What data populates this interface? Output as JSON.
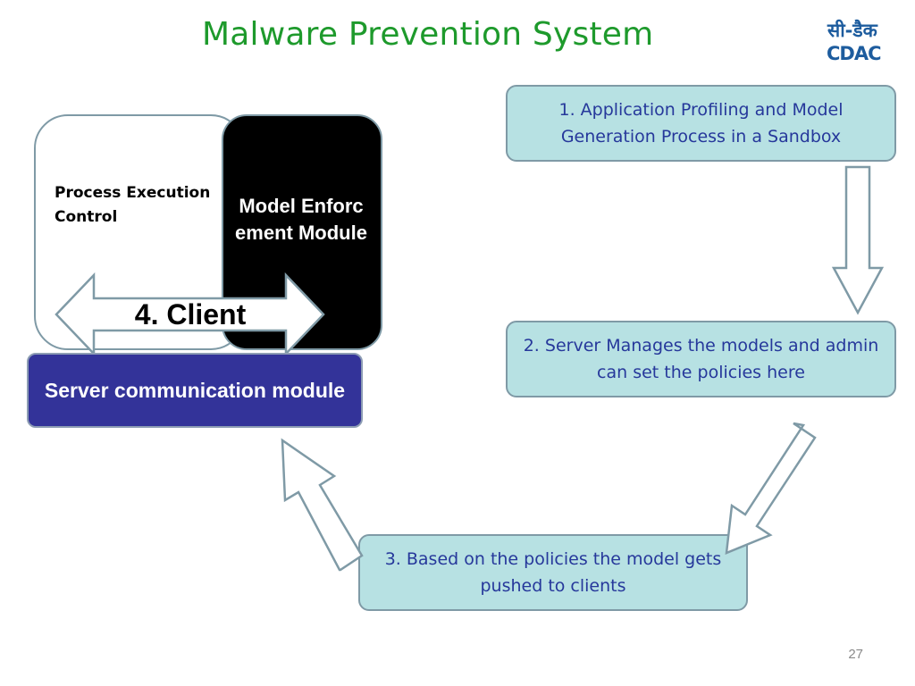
{
  "title": "Malware Prevention System",
  "logo": {
    "hindi_text": "सी-डैक",
    "latin_text": "CDAC",
    "color": "#1d5c9e"
  },
  "steps": [
    {
      "label": "1. Application Profiling and Model Generation Process in a Sandbox"
    },
    {
      "label": "2. Server Manages the models and admin can set the policies here"
    },
    {
      "label": "3. Based on the policies the model gets pushed to clients"
    }
  ],
  "client": {
    "label": "4. Client",
    "process_execution_control": "Process Execution Control",
    "model_enforcement_module": "Model Enforcement Module",
    "server_communication_module": "Server communication module"
  },
  "colors": {
    "title": "#1e9a2c",
    "step_box_fill": "#b7e1e3",
    "step_text": "#26389b",
    "server_comm_fill": "#333399",
    "model_enforcement_fill": "#000000"
  },
  "page_number": "27"
}
